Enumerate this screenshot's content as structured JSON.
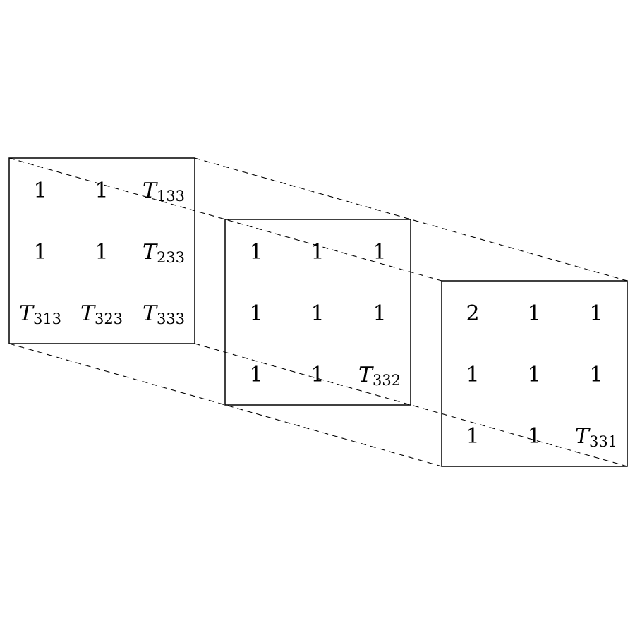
{
  "slices": [
    {
      "name": "slice-front",
      "cells": [
        [
          {
            "base": "1"
          },
          {
            "base": "1"
          },
          {
            "base": "T",
            "sub": "133"
          }
        ],
        [
          {
            "base": "1"
          },
          {
            "base": "1"
          },
          {
            "base": "T",
            "sub": "233"
          }
        ],
        [
          {
            "base": "T",
            "sub": "313"
          },
          {
            "base": "T",
            "sub": "323"
          },
          {
            "base": "T",
            "sub": "333"
          }
        ]
      ]
    },
    {
      "name": "slice-middle",
      "cells": [
        [
          {
            "base": "1"
          },
          {
            "base": "1"
          },
          {
            "base": "1"
          }
        ],
        [
          {
            "base": "1"
          },
          {
            "base": "1"
          },
          {
            "base": "1"
          }
        ],
        [
          {
            "base": "1"
          },
          {
            "base": "1"
          },
          {
            "base": "T",
            "sub": "332"
          }
        ]
      ]
    },
    {
      "name": "slice-back",
      "cells": [
        [
          {
            "base": "2"
          },
          {
            "base": "1"
          },
          {
            "base": "1"
          }
        ],
        [
          {
            "base": "1"
          },
          {
            "base": "1"
          },
          {
            "base": "1"
          }
        ],
        [
          {
            "base": "1"
          },
          {
            "base": "1"
          },
          {
            "base": "T",
            "sub": "331"
          }
        ]
      ]
    }
  ]
}
